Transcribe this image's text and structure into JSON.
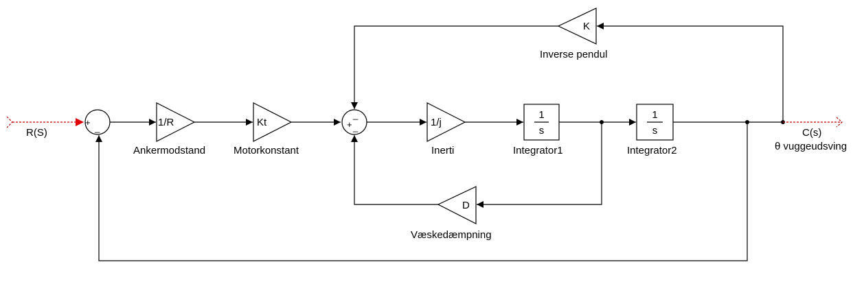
{
  "signals": {
    "input_label": "R(S)",
    "output_label": "C(s)",
    "output_sublabel": "θ vuggeudsving"
  },
  "sum1": {
    "signs": [
      "+",
      "_"
    ]
  },
  "sum2": {
    "signs": [
      "+",
      "_",
      "_"
    ]
  },
  "blocks": {
    "anker": {
      "text": "1/R",
      "label": "Ankermodstand"
    },
    "motor": {
      "text": "Kt",
      "label": "Motorkonstant"
    },
    "inerti": {
      "text": "1/j",
      "label": "Inerti"
    },
    "int1": {
      "num": "1",
      "den": "s",
      "label": "Integrator1"
    },
    "int2": {
      "num": "1",
      "den": "s",
      "label": "Integrator2"
    },
    "pendul": {
      "text": "K",
      "label": "Inverse pendul"
    },
    "daemp": {
      "text": "D",
      "label": "Væskedæmpning"
    }
  },
  "colors": {
    "line": "#000000",
    "signal": "#c00000"
  }
}
